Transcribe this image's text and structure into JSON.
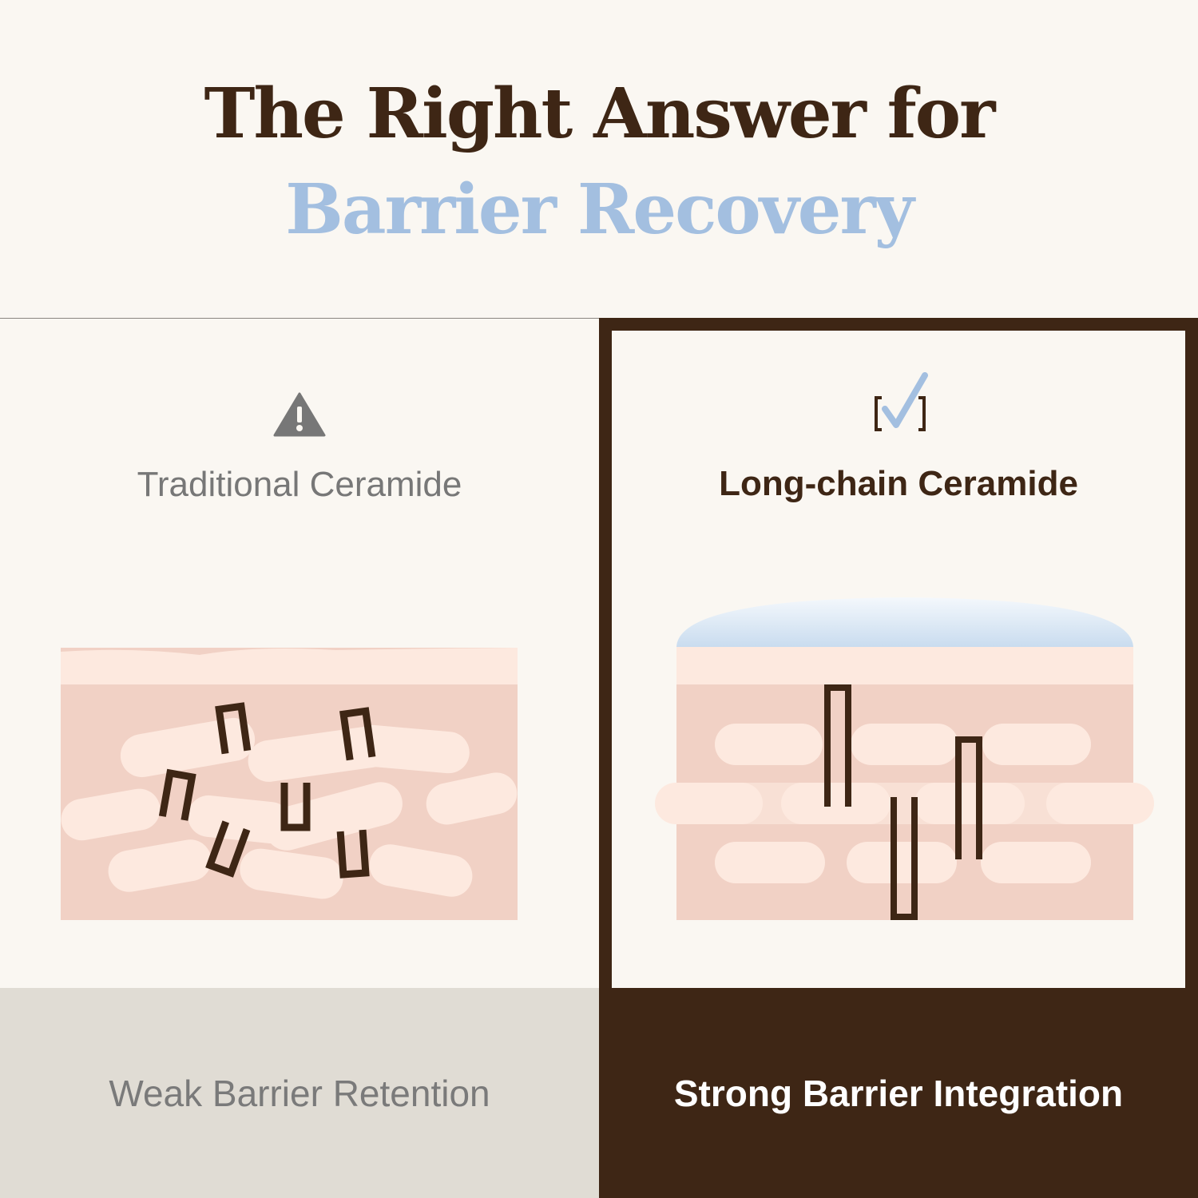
{
  "header": {
    "title_line1": "The Right Answer for",
    "title_line2": "Barrier Recovery"
  },
  "left": {
    "icon": "warning-triangle-icon",
    "label": "Traditional Ceramide",
    "caption": "Weak Barrier Retention"
  },
  "right": {
    "icon": "checkbox-check-icon",
    "label": "Long-chain Ceramide",
    "caption": "Strong Barrier Integration"
  },
  "colors": {
    "brown": "#3e2615",
    "blue": "#a3bfe0",
    "cream": "#faf7f2",
    "skin": "#f1d1c5",
    "skin_light": "#fde9df",
    "gray_bar": "#e0dcd4"
  }
}
